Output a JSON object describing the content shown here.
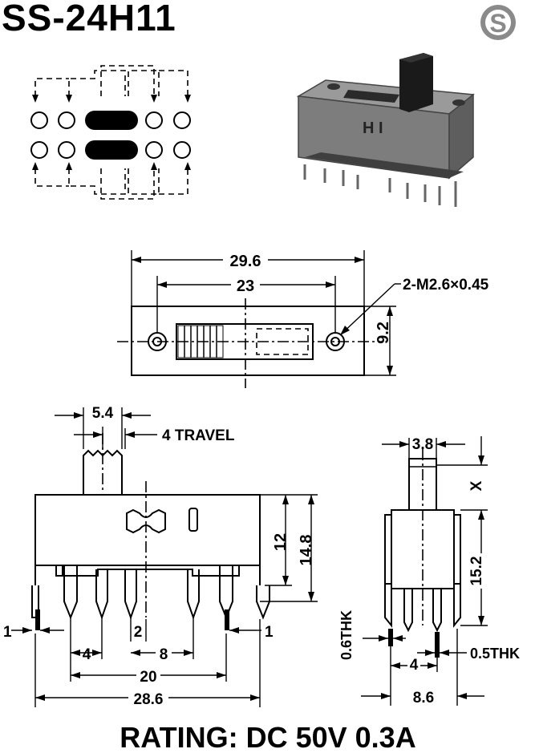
{
  "title": "SS-24H11",
  "logo": {
    "letter": "S",
    "icon": "s-circle-logo"
  },
  "schematic": {
    "icon": "switch-schematic"
  },
  "photo": {
    "icon": "slide-switch-3d-photo",
    "marking": "H I"
  },
  "top_view": {
    "dim_overall": "29.6",
    "dim_holes": "23",
    "dim_height": "9.2",
    "screw_label": "2-M2.6×0.45"
  },
  "front_view": {
    "actuator_width": "5.4",
    "travel_label": "4 TRAVEL",
    "dim_12": "12",
    "dim_14_8": "14.8",
    "dim_pin_left": "1",
    "dim_pin_right": "1",
    "dim_2": "2",
    "dim_4": "4",
    "dim_8": "8",
    "dim_20": "20",
    "dim_28_6": "28.6"
  },
  "side_view": {
    "dim_3_8": "3.8",
    "dim_x": "X",
    "dim_15_2": "15.2",
    "thk_left": "0.6THK",
    "thk_right": "0.5THK",
    "dim_4": "4",
    "dim_8_6": "8.6"
  },
  "rating": "RATING: DC 50V 0.3A"
}
